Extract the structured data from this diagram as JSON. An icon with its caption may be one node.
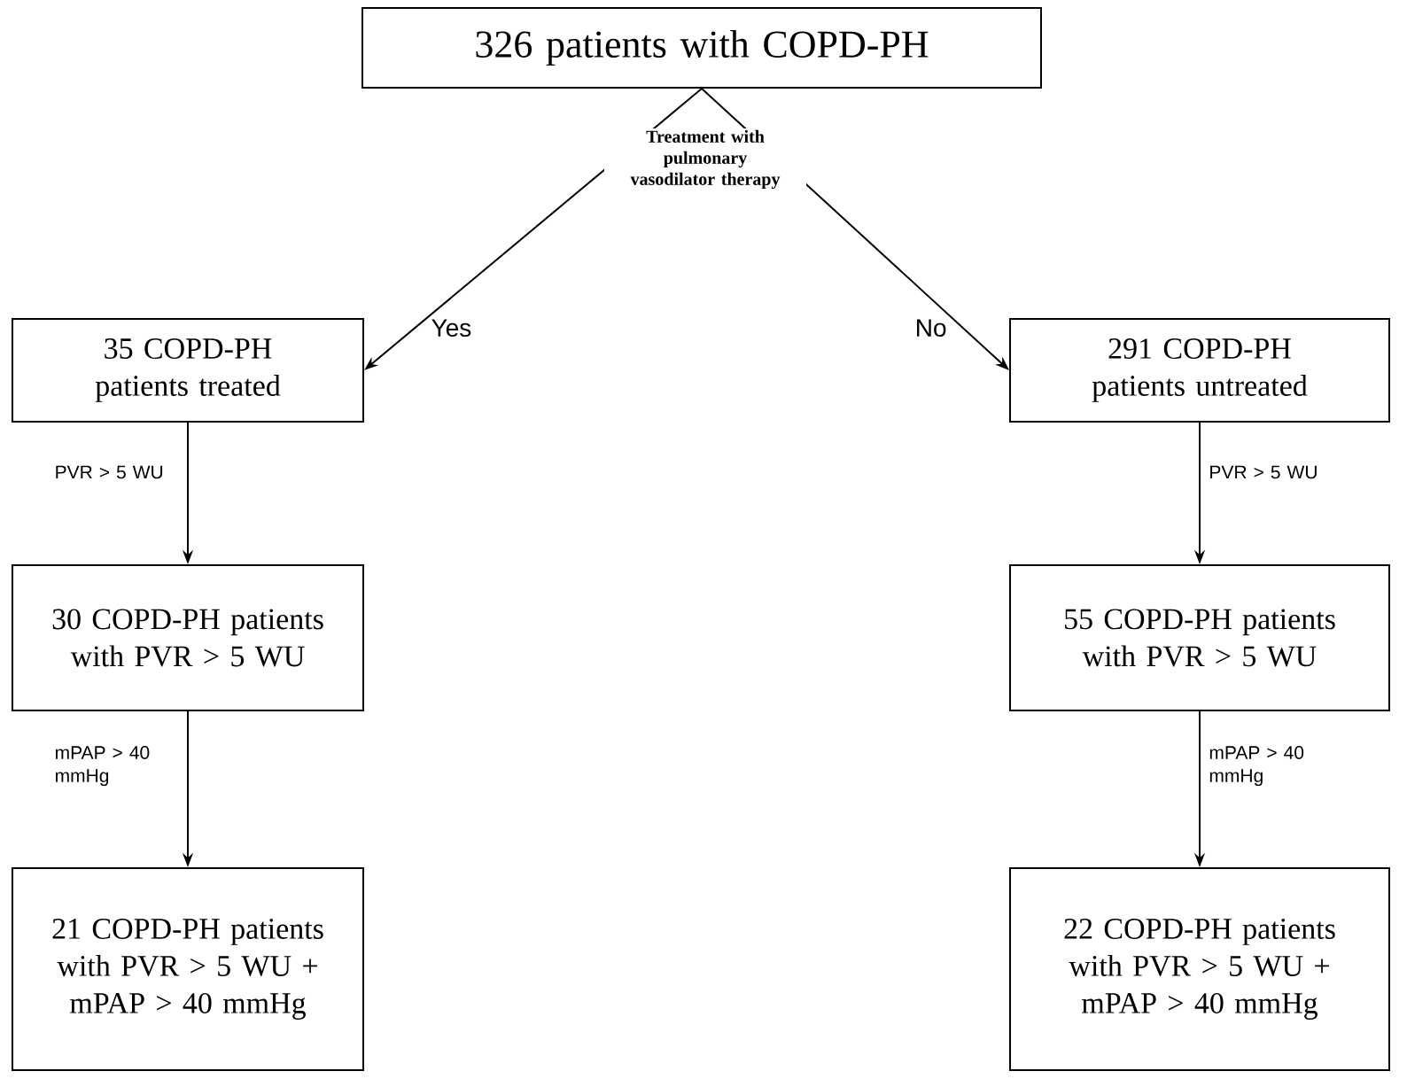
{
  "diagram": {
    "nodes": [
      {
        "text": [
          "326 patients with COPD-PH"
        ]
      },
      {
        "text": [
          "35 COPD-PH patients treated"
        ]
      },
      {
        "text": [
          "291 COPD-PH patients untreated"
        ]
      },
      {
        "text": [
          "30 COPD-PH patients with PVR > 5 WU"
        ]
      },
      {
        "text": [
          "55 COPD-PH patients with PVR > 5 WU"
        ]
      },
      {
        "text": [
          "21 COPD-PH patients with PVR > 5 WU + mPAP > 40 mmHg"
        ]
      },
      {
        "text": [
          "22 COPD-PH patients with PVR > 5 WU + mPAP > 40 mmHg"
        ]
      }
    ],
    "edges": [
      {
        "from": 0,
        "to": 1,
        "arrow": "to",
        "label": "Yes"
      },
      {
        "from": 0,
        "to": 2,
        "arrow": "to",
        "label": "No"
      },
      {
        "from": 1,
        "to": 3,
        "arrow": "to",
        "label": "PVR > 5 WU"
      },
      {
        "from": 2,
        "to": 4,
        "arrow": "to",
        "label": "PVR > 5 WU"
      },
      {
        "from": 3,
        "to": 5,
        "arrow": "to",
        "label": "mPAP > 40 mmHg"
      },
      {
        "from": 4,
        "to": 6,
        "arrow": "to",
        "label": "mPAP > 40 mmHg"
      }
    ],
    "labels": [
      "Treatment with pulmonary vasodilator therapy"
    ]
  }
}
